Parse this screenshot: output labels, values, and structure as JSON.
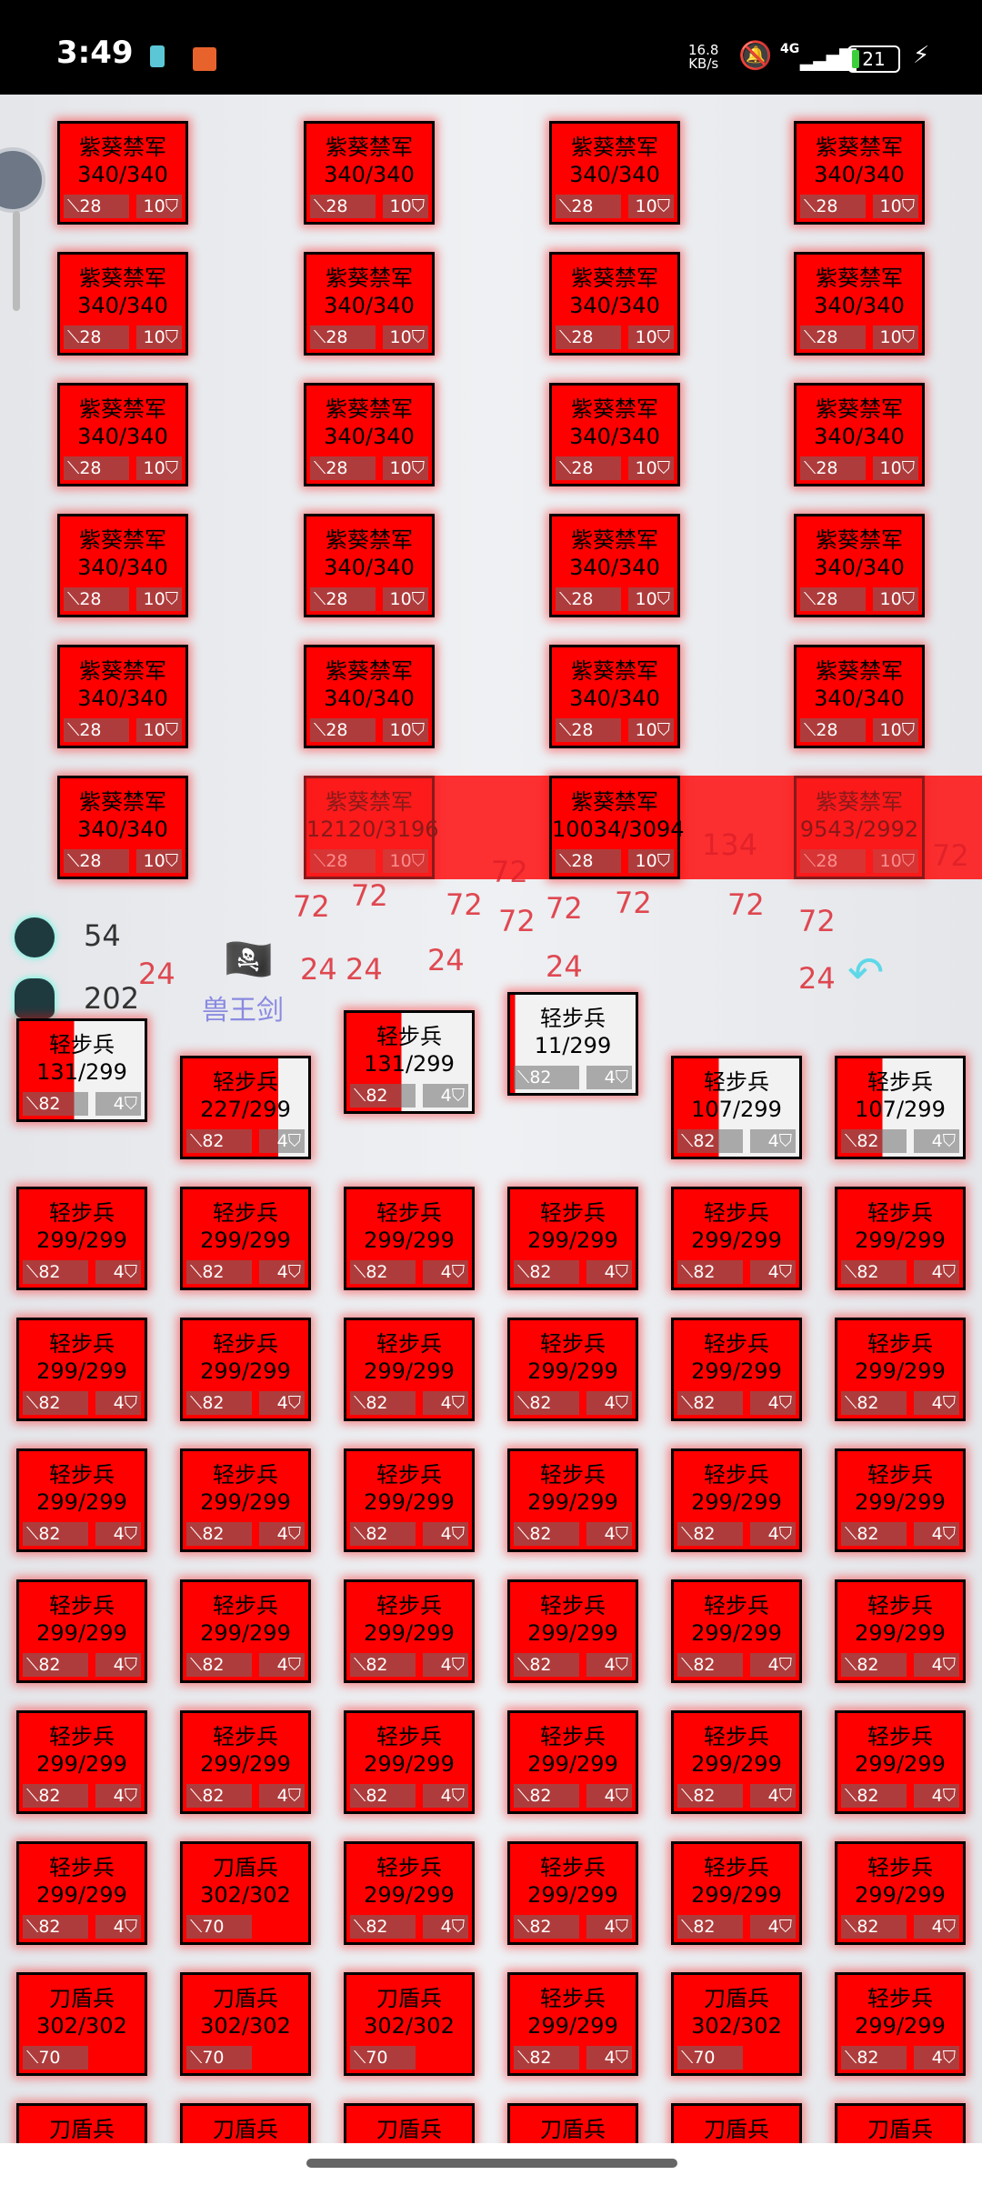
{
  "status_bar": {
    "time": "3:49",
    "net_speed_value": "16.8",
    "net_speed_unit": "KB/s",
    "network": "4G",
    "battery": "21",
    "icons": [
      "app-notification-icon",
      "recorder-icon",
      "bell-off-icon",
      "signal-icon",
      "battery-icon",
      "charging-icon"
    ]
  },
  "hud": {
    "monster_count": "54",
    "soldier_count": "202",
    "flag_label": "兽王剑"
  },
  "colors": {
    "card_red": "#ff0000",
    "card_empty": "#f2f2f2",
    "damage": "#dc1e28"
  },
  "enemy_rows": [
    [
      {
        "n": "紫葵禁军",
        "hp": "340/340",
        "atk": "28",
        "def": "10",
        "fill": 1
      },
      {
        "n": "紫葵禁军",
        "hp": "340/340",
        "atk": "28",
        "def": "10",
        "fill": 1
      },
      {
        "n": "紫葵禁军",
        "hp": "340/340",
        "atk": "28",
        "def": "10",
        "fill": 1
      },
      {
        "n": "紫葵禁军",
        "hp": "340/340",
        "atk": "28",
        "def": "10",
        "fill": 1
      }
    ],
    [
      {
        "n": "紫葵禁军",
        "hp": "340/340",
        "atk": "28",
        "def": "10",
        "fill": 1
      },
      {
        "n": "紫葵禁军",
        "hp": "340/340",
        "atk": "28",
        "def": "10",
        "fill": 1
      },
      {
        "n": "紫葵禁军",
        "hp": "340/340",
        "atk": "28",
        "def": "10",
        "fill": 1
      },
      {
        "n": "紫葵禁军",
        "hp": "340/340",
        "atk": "28",
        "def": "10",
        "fill": 1
      }
    ],
    [
      {
        "n": "紫葵禁军",
        "hp": "340/340",
        "atk": "28",
        "def": "10",
        "fill": 1
      },
      {
        "n": "紫葵禁军",
        "hp": "340/340",
        "atk": "28",
        "def": "10",
        "fill": 1
      },
      {
        "n": "紫葵禁军",
        "hp": "340/340",
        "atk": "28",
        "def": "10",
        "fill": 1
      },
      {
        "n": "紫葵禁军",
        "hp": "340/340",
        "atk": "28",
        "def": "10",
        "fill": 1
      }
    ],
    [
      {
        "n": "紫葵禁军",
        "hp": "340/340",
        "atk": "28",
        "def": "10",
        "fill": 1
      },
      {
        "n": "紫葵禁军",
        "hp": "340/340",
        "atk": "28",
        "def": "10",
        "fill": 1
      },
      {
        "n": "紫葵禁军",
        "hp": "340/340",
        "atk": "28",
        "def": "10",
        "fill": 1
      },
      {
        "n": "紫葵禁军",
        "hp": "340/340",
        "atk": "28",
        "def": "10",
        "fill": 1
      }
    ],
    [
      {
        "n": "紫葵禁军",
        "hp": "340/340",
        "atk": "28",
        "def": "10",
        "fill": 1
      },
      {
        "n": "紫葵禁军",
        "hp": "340/340",
        "atk": "28",
        "def": "10",
        "fill": 1
      },
      {
        "n": "紫葵禁军",
        "hp": "340/340",
        "atk": "28",
        "def": "10",
        "fill": 1
      },
      {
        "n": "紫葵禁军",
        "hp": "340/340",
        "atk": "28",
        "def": "10",
        "fill": 1
      }
    ],
    [
      {
        "n": "紫葵禁军",
        "hp": "340/340",
        "atk": "28",
        "def": "10",
        "fill": 1
      },
      {
        "n": "紫葵禁军",
        "hp": "12120/3196",
        "atk": "28",
        "def": "10",
        "fill": 1,
        "faded": true
      },
      {
        "n": "紫葵禁军",
        "hp": "10034/3094",
        "atk": "28",
        "def": "10",
        "fill": 1
      },
      {
        "n": "紫葵禁军",
        "hp": "9543/2992",
        "atk": "28",
        "def": "10",
        "fill": 1,
        "faded": true
      }
    ]
  ],
  "front_row": [
    {
      "n": "轻步兵",
      "hp": "131/299",
      "atk": "82",
      "def": "4",
      "fill": 0.44
    },
    {
      "n": "轻步兵",
      "hp": "227/299",
      "atk": "82",
      "def": "4",
      "fill": 0.76
    },
    {
      "n": "轻步兵",
      "hp": "131/299",
      "atk": "82",
      "def": "4",
      "fill": 0.44
    },
    {
      "n": "轻步兵",
      "hp": "11/299",
      "atk": "82",
      "def": "4",
      "fill": 0.04
    },
    {
      "n": "轻步兵",
      "hp": "107/299",
      "atk": "82",
      "def": "4",
      "fill": 0.36
    },
    {
      "n": "轻步兵",
      "hp": "107/299",
      "atk": "82",
      "def": "4",
      "fill": 0.36
    }
  ],
  "ally_rows": [
    [
      {
        "n": "轻步兵",
        "hp": "299/299",
        "atk": "82",
        "def": "4",
        "fill": 1
      },
      {
        "n": "轻步兵",
        "hp": "299/299",
        "atk": "82",
        "def": "4",
        "fill": 1
      },
      {
        "n": "轻步兵",
        "hp": "299/299",
        "atk": "82",
        "def": "4",
        "fill": 1
      },
      {
        "n": "轻步兵",
        "hp": "299/299",
        "atk": "82",
        "def": "4",
        "fill": 1
      },
      {
        "n": "轻步兵",
        "hp": "299/299",
        "atk": "82",
        "def": "4",
        "fill": 1
      },
      {
        "n": "轻步兵",
        "hp": "299/299",
        "atk": "82",
        "def": "4",
        "fill": 1
      }
    ],
    [
      {
        "n": "轻步兵",
        "hp": "299/299",
        "atk": "82",
        "def": "4",
        "fill": 1
      },
      {
        "n": "轻步兵",
        "hp": "299/299",
        "atk": "82",
        "def": "4",
        "fill": 1
      },
      {
        "n": "轻步兵",
        "hp": "299/299",
        "atk": "82",
        "def": "4",
        "fill": 1
      },
      {
        "n": "轻步兵",
        "hp": "299/299",
        "atk": "82",
        "def": "4",
        "fill": 1
      },
      {
        "n": "轻步兵",
        "hp": "299/299",
        "atk": "82",
        "def": "4",
        "fill": 1
      },
      {
        "n": "轻步兵",
        "hp": "299/299",
        "atk": "82",
        "def": "4",
        "fill": 1
      }
    ],
    [
      {
        "n": "轻步兵",
        "hp": "299/299",
        "atk": "82",
        "def": "4",
        "fill": 1
      },
      {
        "n": "轻步兵",
        "hp": "299/299",
        "atk": "82",
        "def": "4",
        "fill": 1
      },
      {
        "n": "轻步兵",
        "hp": "299/299",
        "atk": "82",
        "def": "4",
        "fill": 1
      },
      {
        "n": "轻步兵",
        "hp": "299/299",
        "atk": "82",
        "def": "4",
        "fill": 1
      },
      {
        "n": "轻步兵",
        "hp": "299/299",
        "atk": "82",
        "def": "4",
        "fill": 1
      },
      {
        "n": "轻步兵",
        "hp": "299/299",
        "atk": "82",
        "def": "4",
        "fill": 1
      }
    ],
    [
      {
        "n": "轻步兵",
        "hp": "299/299",
        "atk": "82",
        "def": "4",
        "fill": 1
      },
      {
        "n": "轻步兵",
        "hp": "299/299",
        "atk": "82",
        "def": "4",
        "fill": 1
      },
      {
        "n": "轻步兵",
        "hp": "299/299",
        "atk": "82",
        "def": "4",
        "fill": 1
      },
      {
        "n": "轻步兵",
        "hp": "299/299",
        "atk": "82",
        "def": "4",
        "fill": 1
      },
      {
        "n": "轻步兵",
        "hp": "299/299",
        "atk": "82",
        "def": "4",
        "fill": 1
      },
      {
        "n": "轻步兵",
        "hp": "299/299",
        "atk": "82",
        "def": "4",
        "fill": 1
      }
    ],
    [
      {
        "n": "轻步兵",
        "hp": "299/299",
        "atk": "82",
        "def": "4",
        "fill": 1
      },
      {
        "n": "轻步兵",
        "hp": "299/299",
        "atk": "82",
        "def": "4",
        "fill": 1
      },
      {
        "n": "轻步兵",
        "hp": "299/299",
        "atk": "82",
        "def": "4",
        "fill": 1
      },
      {
        "n": "轻步兵",
        "hp": "299/299",
        "atk": "82",
        "def": "4",
        "fill": 1
      },
      {
        "n": "轻步兵",
        "hp": "299/299",
        "atk": "82",
        "def": "4",
        "fill": 1
      },
      {
        "n": "轻步兵",
        "hp": "299/299",
        "atk": "82",
        "def": "4",
        "fill": 1
      }
    ],
    [
      {
        "n": "轻步兵",
        "hp": "299/299",
        "atk": "82",
        "def": "4",
        "fill": 1
      },
      {
        "n": "刀盾兵",
        "hp": "302/302",
        "atk": "70",
        "fill": 1
      },
      {
        "n": "轻步兵",
        "hp": "299/299",
        "atk": "82",
        "def": "4",
        "fill": 1
      },
      {
        "n": "轻步兵",
        "hp": "299/299",
        "atk": "82",
        "def": "4",
        "fill": 1
      },
      {
        "n": "轻步兵",
        "hp": "299/299",
        "atk": "82",
        "def": "4",
        "fill": 1
      },
      {
        "n": "轻步兵",
        "hp": "299/299",
        "atk": "82",
        "def": "4",
        "fill": 1
      }
    ],
    [
      {
        "n": "刀盾兵",
        "hp": "302/302",
        "atk": "70",
        "fill": 1
      },
      {
        "n": "刀盾兵",
        "hp": "302/302",
        "atk": "70",
        "fill": 1
      },
      {
        "n": "刀盾兵",
        "hp": "302/302",
        "atk": "70",
        "fill": 1
      },
      {
        "n": "轻步兵",
        "hp": "299/299",
        "atk": "82",
        "def": "4",
        "fill": 1
      },
      {
        "n": "刀盾兵",
        "hp": "302/302",
        "atk": "70",
        "fill": 1
      },
      {
        "n": "轻步兵",
        "hp": "299/299",
        "atk": "82",
        "def": "4",
        "fill": 1
      }
    ],
    [
      {
        "n": "刀盾兵",
        "fill": 1
      },
      {
        "n": "刀盾兵",
        "fill": 1
      },
      {
        "n": "刀盾兵",
        "fill": 1
      },
      {
        "n": "刀盾兵",
        "fill": 1
      },
      {
        "n": "刀盾兵",
        "fill": 1
      },
      {
        "n": "刀盾兵",
        "fill": 1
      }
    ]
  ],
  "damage_numbers": [
    "72",
    "72",
    "72",
    "72",
    "72",
    "72",
    "72",
    "72",
    "72",
    "72",
    "134",
    "24",
    "24",
    "24",
    "24",
    "24",
    "24"
  ]
}
